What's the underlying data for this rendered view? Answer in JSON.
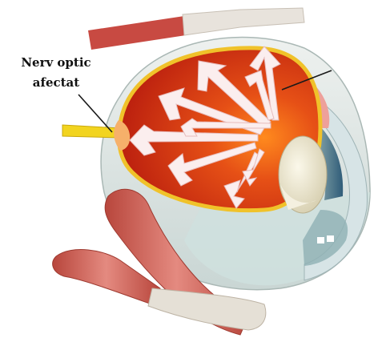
{
  "diagram": {
    "subject": "cross-section of the eye with increased intraocular pressure",
    "labels": {
      "optic_nerve_line1": "Nerv optic",
      "optic_nerve_line2": "afectat"
    },
    "colors": {
      "vitreous": "#d63a14",
      "vitreous_dark": "#b22010",
      "optic_nerve": "#f2d41f",
      "muscle": "#c9574a",
      "lens": "#e8e2c8",
      "iris": "#3f6d86",
      "outer_shell": "#dde3e0",
      "arrows": "#fbeeee"
    },
    "arrow_count": 9
  }
}
